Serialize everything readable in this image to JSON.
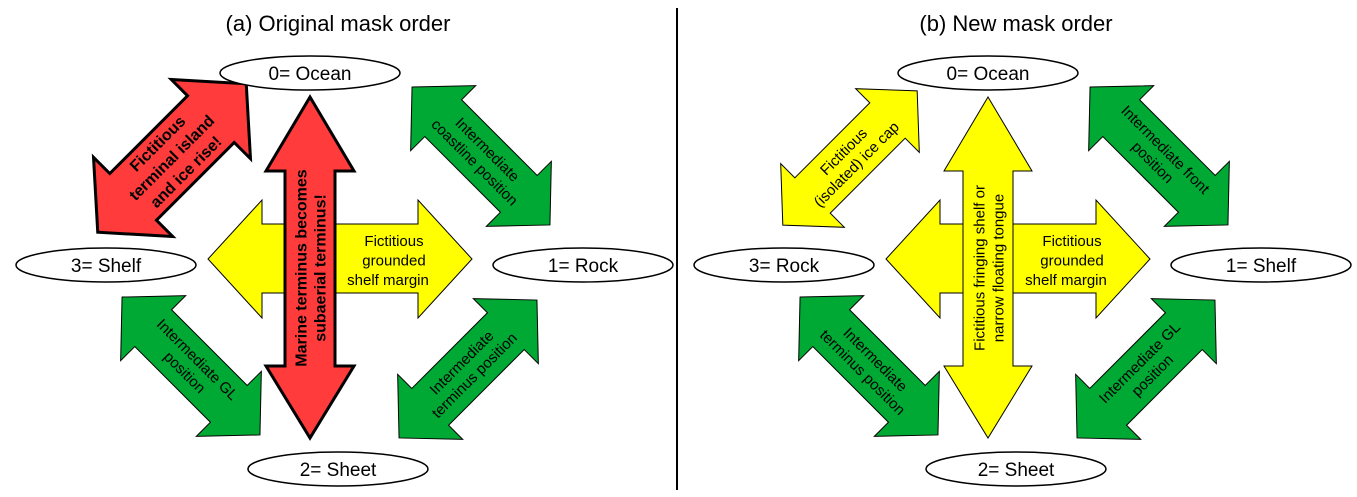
{
  "colors": {
    "red": "#ff3b3b",
    "green": "#00a933",
    "yellow": "#ffff00",
    "outline": "#000000"
  },
  "panels": [
    {
      "id": "a",
      "title": "(a) Original mask order",
      "nodes": {
        "top": "0= Ocean",
        "right": "1= Rock",
        "bottom": "2= Sheet",
        "left": "3= Shelf"
      },
      "arrows": {
        "top_left": {
          "color": "red",
          "lines": [
            "Fictitious",
            "terminal island",
            "and ice rise!"
          ],
          "bold": true
        },
        "top_right": {
          "color": "green",
          "lines": [
            "Intermediate",
            "coastline position"
          ],
          "bold": false
        },
        "bottom_left": {
          "color": "green",
          "lines": [
            "Intermediate GL",
            "position"
          ],
          "bold": false
        },
        "bottom_right": {
          "color": "green",
          "lines": [
            "Intermediate",
            "terminus position"
          ],
          "bold": false
        },
        "vertical": {
          "color": "red",
          "lines": [
            "Marine terminus becomes",
            "subaerial terminus!"
          ],
          "bold": true
        },
        "horizontal": {
          "color": "yellow",
          "lines": [
            "Fictitious",
            "grounded",
            "shelf margin"
          ],
          "bold": false
        }
      }
    },
    {
      "id": "b",
      "title": "(b) New mask order",
      "nodes": {
        "top": "0= Ocean",
        "right": "1= Shelf",
        "bottom": "2= Sheet",
        "left": "3= Rock"
      },
      "arrows": {
        "top_left": {
          "color": "yellow",
          "lines": [
            "Fictitious",
            "(isolated) ice cap"
          ],
          "bold": false
        },
        "top_right": {
          "color": "green",
          "lines": [
            "Intermediate front",
            "position"
          ],
          "bold": false
        },
        "bottom_left": {
          "color": "green",
          "lines": [
            "Intermediate",
            "terminus position"
          ],
          "bold": false
        },
        "bottom_right": {
          "color": "green",
          "lines": [
            "Intermediate GL",
            "position"
          ],
          "bold": false
        },
        "vertical": {
          "color": "yellow",
          "lines": [
            "Fictitious fringing shelf or",
            "narrow floating tongue"
          ],
          "bold": false
        },
        "horizontal": {
          "color": "yellow",
          "lines": [
            "Fictitious",
            "grounded",
            "shelf margin"
          ],
          "bold": false
        }
      }
    }
  ]
}
